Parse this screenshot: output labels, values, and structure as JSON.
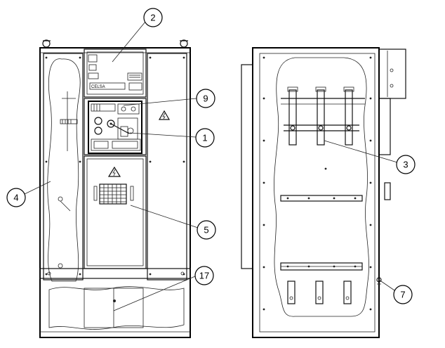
{
  "callouts": [
    {
      "id": "2",
      "label": "2"
    },
    {
      "id": "9",
      "label": "9"
    },
    {
      "id": "1",
      "label": "1"
    },
    {
      "id": "4",
      "label": "4"
    },
    {
      "id": "5",
      "label": "5"
    },
    {
      "id": "17",
      "label": "17"
    },
    {
      "id": "3",
      "label": "3"
    },
    {
      "id": "7",
      "label": "7"
    }
  ],
  "relay_box": {
    "brand_text": "CELSA"
  },
  "icons": [
    "hazard-warning-icon",
    "hazard-warning-icon",
    "hazard-warning-icon"
  ]
}
